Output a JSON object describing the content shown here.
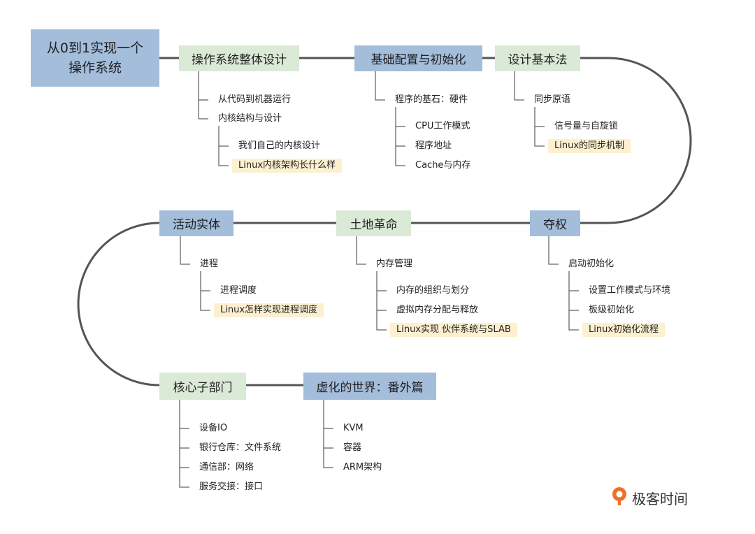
{
  "root": {
    "line1": "从0到1实现一个",
    "line2": "操作系统"
  },
  "nodes": {
    "n1": "操作系统整体设计",
    "n2": "基础配置与初始化",
    "n3": "设计基本法",
    "n4": "夺权",
    "n5": "土地革命",
    "n6": "活动实体",
    "n7": "核心子部门",
    "n8": "虚化的世界：番外篇"
  },
  "items": {
    "n1": [
      "从代码到机器运行",
      "内核结构与设计",
      "我们自己的内核设计",
      "Linux内核架构长什么样"
    ],
    "n2": [
      "程序的基石：硬件",
      "CPU工作模式",
      "程序地址",
      "Cache与内存"
    ],
    "n3": [
      "同步原语",
      "信号量与自旋锁",
      "Linux的同步机制"
    ],
    "n4": [
      "启动初始化",
      "设置工作模式与环境",
      "板级初始化",
      "Linux初始化流程"
    ],
    "n5": [
      "内存管理",
      "内存的组织与划分",
      "虚拟内存分配与释放",
      "Linux实现 伙伴系统与SLAB"
    ],
    "n6": [
      "进程",
      "进程调度",
      "Linux怎样实现进程调度"
    ],
    "n7": [
      "设备IO",
      "银行仓库：文件系统",
      "通信部：网络",
      "服务交接：接口"
    ],
    "n8": [
      "KVM",
      "容器",
      "ARM架构"
    ]
  },
  "brand": {
    "name": "极客时间",
    "icon": "geektime-logo-icon"
  },
  "colors": {
    "blue_node": "#a3bddb",
    "green_node": "#dbe9d7",
    "highlight": "#fdf0cf",
    "line": "#555555",
    "branch": "#666666",
    "logo": "#ee6e2c"
  }
}
